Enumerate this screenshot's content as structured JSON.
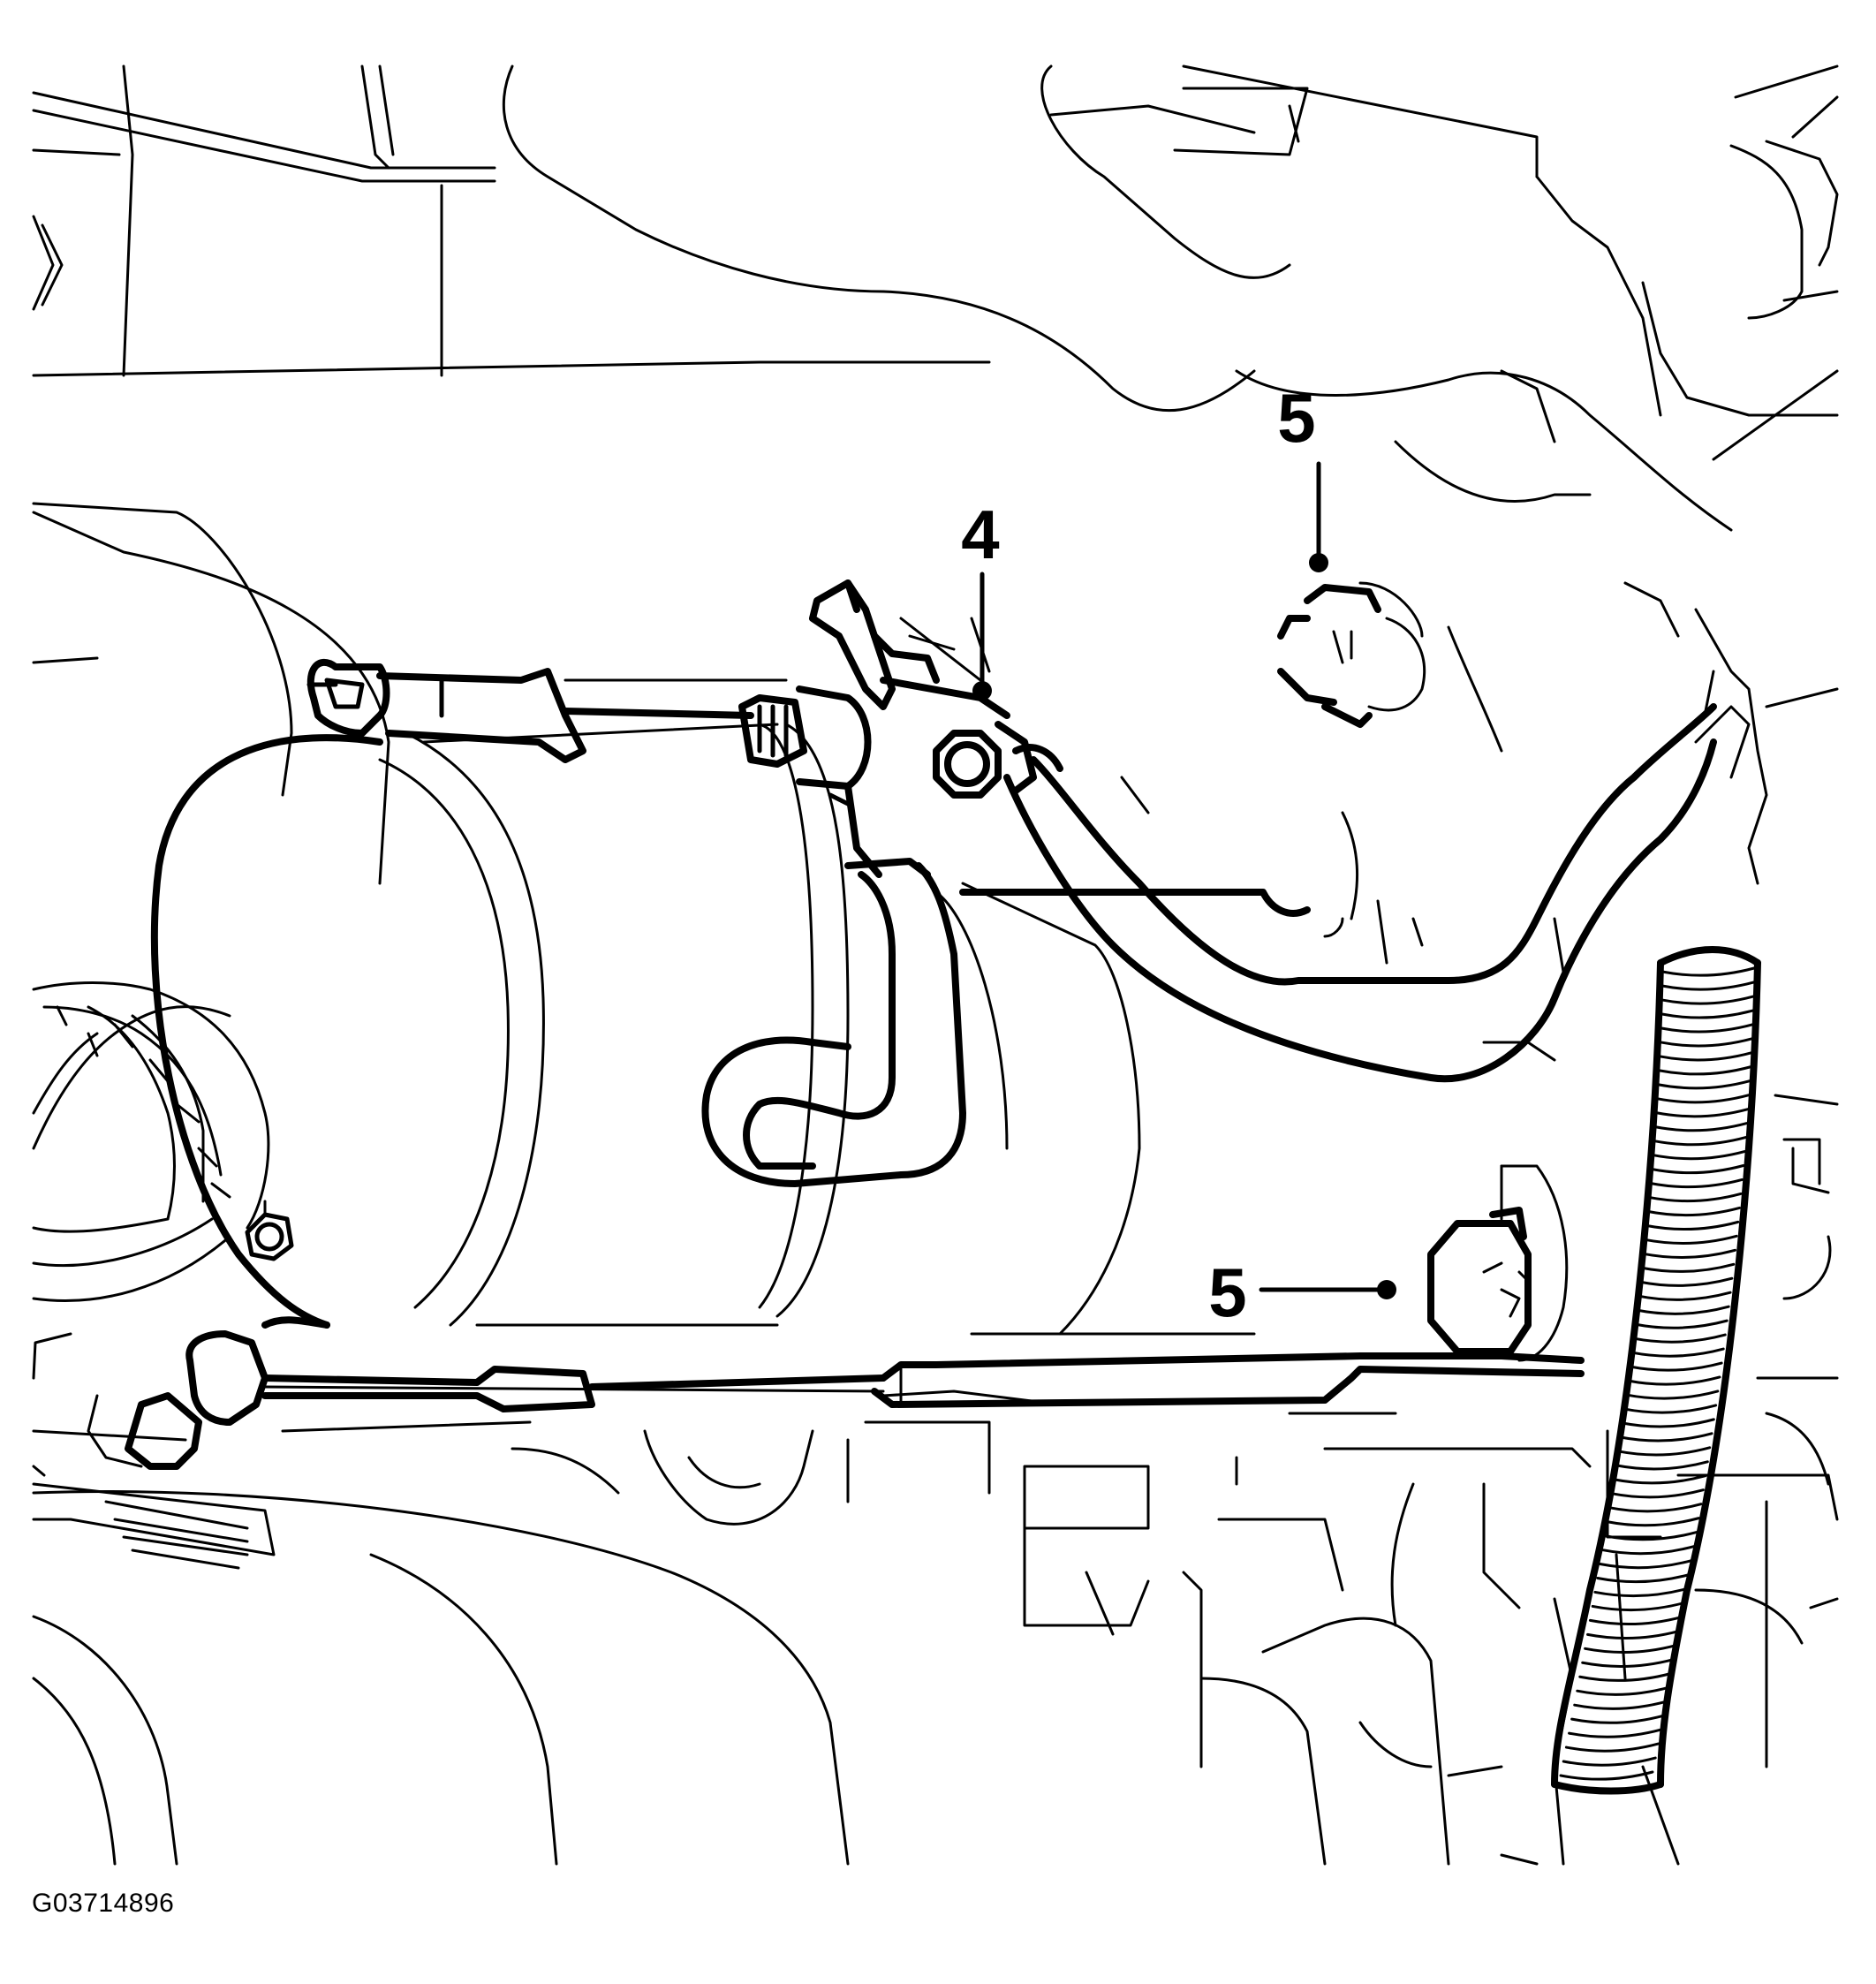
{
  "figure": {
    "id_label": "G03714896"
  },
  "callouts": [
    {
      "label": "5"
    },
    {
      "label": "4"
    },
    {
      "label": "5"
    }
  ],
  "colors": {
    "line": "#000000",
    "background": "#ffffff"
  }
}
